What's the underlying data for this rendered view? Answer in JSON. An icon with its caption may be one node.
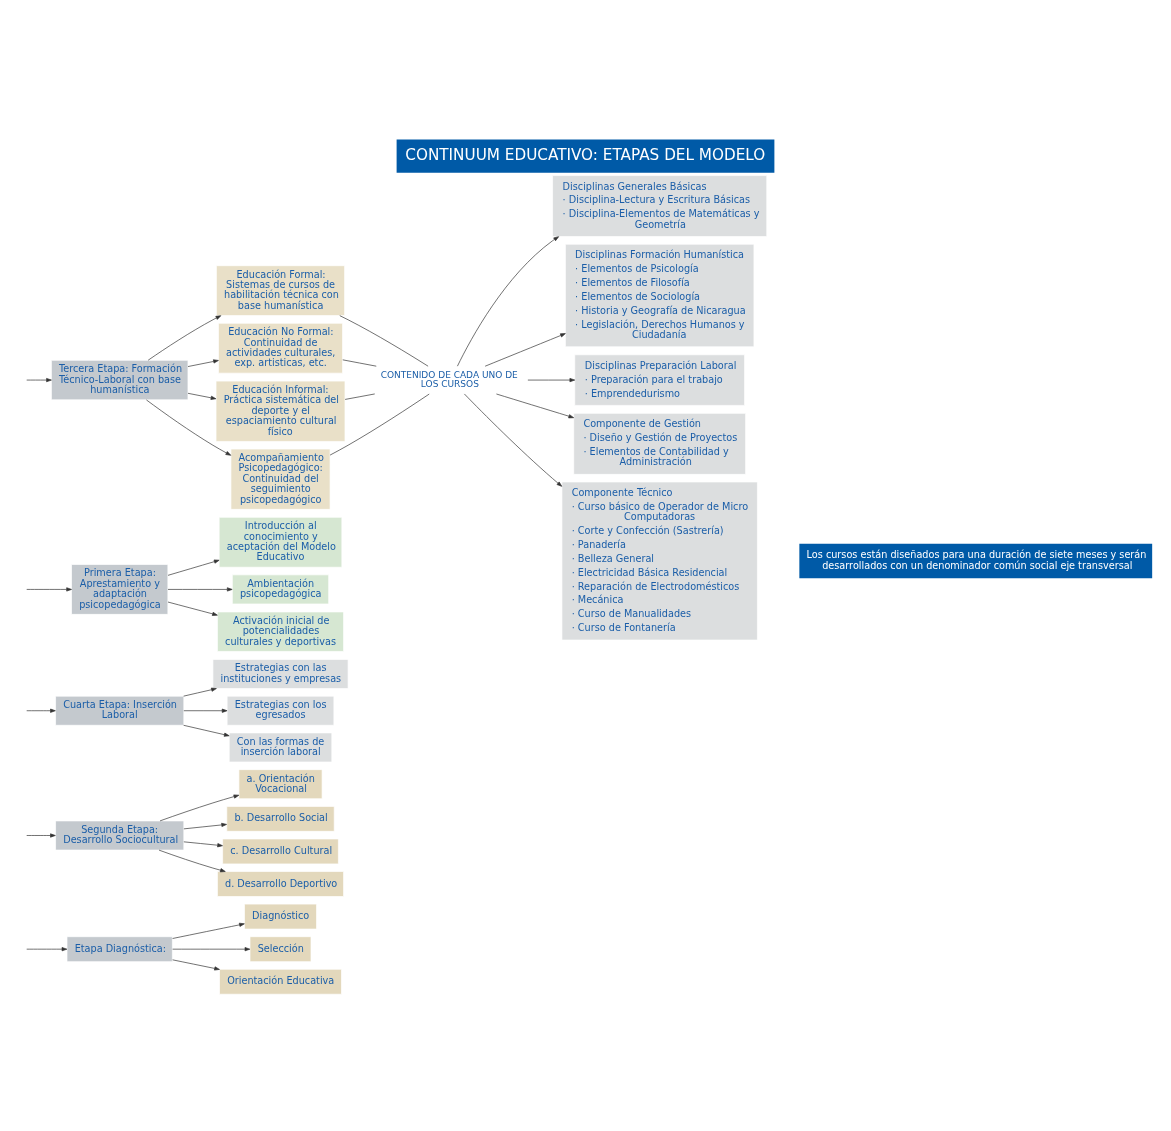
{
  "diagram": {
    "title": "CONTINUUM EDUCATIVO: ETAPAS DEL MODELO",
    "caption": "Los cursos están diseñados para una duración de siete meses y serán desarrollados con un denominador común social eje transversal",
    "nodes": [
      {
        "text": [
          "Etapa Diagnóstica:"
        ]
      },
      {
        "text": [
          "Diagnóstico"
        ]
      },
      {
        "text": [
          "Selección"
        ]
      },
      {
        "text": [
          "Orientación Educativa"
        ]
      },
      {
        "text": [
          "Segunda Etapa: Desarrollo Sociocultural"
        ]
      },
      {
        "text": [
          "a. Orientación Vocacional"
        ]
      },
      {
        "text": [
          "b. Desarrollo Social"
        ]
      },
      {
        "text": [
          "c. Desarrollo Cultural"
        ]
      },
      {
        "text": [
          "d. Desarrollo Deportivo"
        ]
      },
      {
        "text": [
          "Cuarta Etapa: Inserción Laboral"
        ]
      },
      {
        "text": [
          "Estrategias con las instituciones y empresas"
        ]
      },
      {
        "text": [
          "Estrategias con los egresados"
        ]
      },
      {
        "text": [
          "Con las formas de inserción laboral"
        ]
      },
      {
        "text": [
          "Primera Etapa: Aprestamiento y adaptación psicopedagógica"
        ]
      },
      {
        "text": [
          "Introducción al conocimiento y aceptación del Modelo Educativo"
        ]
      },
      {
        "text": [
          "Ambientación psicopedagógica"
        ]
      },
      {
        "text": [
          "Activación inicial de potencialidades culturales y deportivas"
        ]
      },
      {
        "text": [
          "Tercera Etapa: Formación Técnico-Laboral con base humanística"
        ]
      },
      {
        "text": [
          "Educación Formal:",
          "Sistemas de cursos de habilitación técnica con base humanística"
        ]
      },
      {
        "text": [
          "Educación No Formal:",
          "Continuidad de actividades culturales, exp. artisticas, etc."
        ]
      },
      {
        "text": [
          "Educación Informal:",
          "Práctica sistemática del deporte y el espaciamiento cultural físico"
        ]
      },
      {
        "text": [
          "Acompañamiento Psicopedagógico: Continuidad del seguimiento psicopedagógico"
        ]
      },
      {
        "text": [
          "CONTENIDO DE CADA UNO DE LOS CURSOS"
        ]
      },
      {
        "text": [
          "Disciplinas Generales Básicas",
          "· Disciplina-Lectura y Escritura Básicas",
          "· Disciplina-Elementos de Matemáticas y Geometría"
        ]
      },
      {
        "text": [
          "Disciplinas Formación Humanística",
          "· Elementos de Psicología",
          "· Elementos de Filosofía",
          "· Elementos de Sociología",
          "· Historia y Geografía de Nicaragua",
          "· Legislación, Derechos Humanos y Ciudadanía"
        ]
      },
      {
        "text": [
          "Disciplinas Preparación Laboral",
          "· Preparación para el trabajo",
          "· Emprendedurismo"
        ]
      },
      {
        "text": [
          "Componente de Gestión",
          "· Diseño y Gestión de Proyectos",
          "· Elementos de Contabilidad y Administración"
        ]
      },
      {
        "text": [
          "Componente Técnico",
          "· Curso básico de Operador de Micro Computadoras",
          "· Corte y Confección (Sastrería)",
          "· Panadería",
          "· Belleza General",
          "· Electricidad Básica Residencial",
          "· Reparación de Electrodomésticos",
          "· Mecánica",
          "· Curso de Manualidades",
          "· Curso de Fontanería"
        ]
      }
    ],
    "edges": [
      {
        "from": null,
        "to": 0,
        "arrow": "to"
      },
      {
        "from": null,
        "to": 13,
        "arrow": "to"
      },
      {
        "from": null,
        "to": 4,
        "arrow": "to"
      },
      {
        "from": null,
        "to": 17,
        "arrow": "to"
      },
      {
        "from": null,
        "to": 9,
        "arrow": "to"
      },
      {
        "from": 0,
        "to": 1,
        "arrow": "to"
      },
      {
        "from": 0,
        "to": 2,
        "arrow": "to"
      },
      {
        "from": 0,
        "to": 3,
        "arrow": "to"
      },
      {
        "from": 4,
        "to": 5,
        "arrow": "to"
      },
      {
        "from": 4,
        "to": 6,
        "arrow": "to"
      },
      {
        "from": 4,
        "to": 7,
        "arrow": "to"
      },
      {
        "from": 4,
        "to": 8,
        "arrow": "to"
      },
      {
        "from": 9,
        "to": 10,
        "arrow": "to"
      },
      {
        "from": 9,
        "to": 11,
        "arrow": "to"
      },
      {
        "from": 9,
        "to": 12,
        "arrow": "to"
      },
      {
        "from": 13,
        "to": 14,
        "arrow": "to"
      },
      {
        "from": 13,
        "to": 15,
        "arrow": "to"
      },
      {
        "from": 13,
        "to": 16,
        "arrow": "to"
      },
      {
        "from": 17,
        "to": 18,
        "arrow": "to"
      },
      {
        "from": 17,
        "to": 19,
        "arrow": "to"
      },
      {
        "from": 17,
        "to": 20,
        "arrow": "to"
      },
      {
        "from": 17,
        "to": 21,
        "arrow": "to"
      },
      {
        "from": 18,
        "to": 22,
        "arrow": "none"
      },
      {
        "from": 19,
        "to": 22,
        "arrow": "none"
      },
      {
        "from": 20,
        "to": 22,
        "arrow": "none"
      },
      {
        "from": 21,
        "to": 22,
        "arrow": "none"
      },
      {
        "from": 22,
        "to": 23,
        "arrow": "to"
      },
      {
        "from": 22,
        "to": 24,
        "arrow": "to"
      },
      {
        "from": 22,
        "to": 25,
        "arrow": "to"
      },
      {
        "from": 22,
        "to": 26,
        "arrow": "to"
      },
      {
        "from": 22,
        "to": 27,
        "arrow": "to"
      }
    ]
  }
}
